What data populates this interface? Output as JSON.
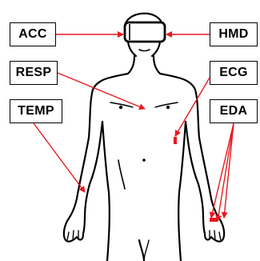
{
  "labels": {
    "acc": "ACC",
    "resp": "RESP",
    "temp": "TEMP",
    "hmd": "HMD",
    "ecg": "ECG",
    "eda": "EDA"
  },
  "colors": {
    "arrow": "#e8191f",
    "outline": "#000000",
    "background": "#ffffff"
  }
}
